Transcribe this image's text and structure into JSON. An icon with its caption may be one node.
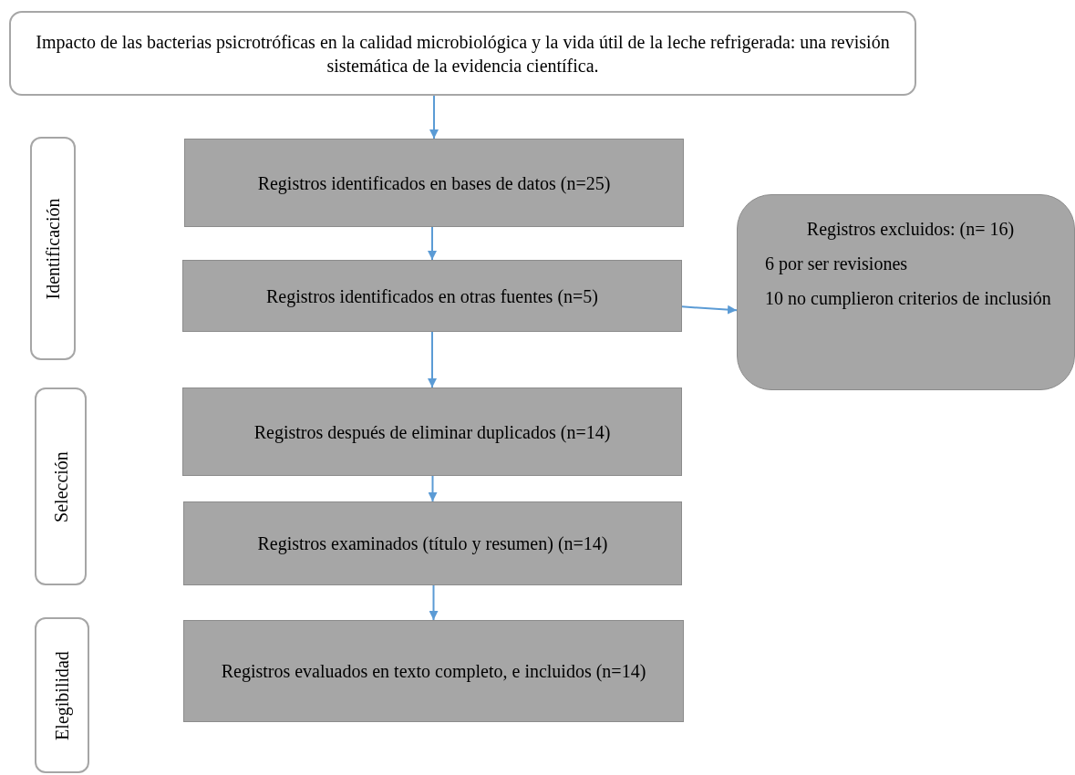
{
  "diagram": {
    "nodes": [
      {
        "text": [
          "Impacto de las bacterias psicrotróficas en la calidad microbiológica y la vida útil de la leche refrigerada: una revisión sistemática de la evidencia científica."
        ]
      },
      {
        "text": [
          "Identificación"
        ]
      },
      {
        "text": [
          "Registros identificados en bases de datos (n=25)"
        ]
      },
      {
        "text": [
          "Registros identificados en otras fuentes (n=5)"
        ]
      },
      {
        "text": [
          "Registros excluidos: (n= 16)",
          "6 por ser revisiones",
          "10 no cumplieron criterios de inclusión"
        ]
      },
      {
        "text": [
          "Selección"
        ]
      },
      {
        "text": [
          "Registros después de eliminar duplicados (n=14)"
        ]
      },
      {
        "text": [
          "Registros examinados (título y resumen) (n=14)"
        ]
      },
      {
        "text": [
          "Elegibilidad"
        ]
      },
      {
        "text": [
          "Registros evaluados en texto completo, e incluidos (n=14)"
        ]
      }
    ],
    "edges": [
      {
        "from": 0,
        "to": 2,
        "arrow": "to",
        "color": "#5b9bd5"
      },
      {
        "from": 2,
        "to": 3,
        "arrow": "to",
        "color": "#5b9bd5"
      },
      {
        "from": 3,
        "to": 4,
        "arrow": "to",
        "color": "#5b9bd5"
      },
      {
        "from": 3,
        "to": 6,
        "arrow": "to",
        "color": "#5b9bd5"
      },
      {
        "from": 6,
        "to": 7,
        "arrow": "to",
        "color": "#5b9bd5"
      },
      {
        "from": 7,
        "to": 9,
        "arrow": "to",
        "color": "#5b9bd5"
      }
    ]
  }
}
